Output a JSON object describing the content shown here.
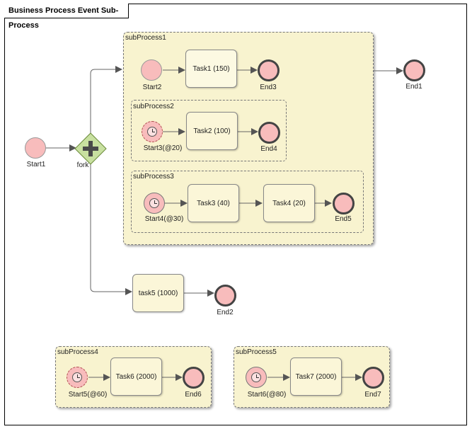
{
  "diagram": {
    "title": "Business Process Event Sub-Process"
  },
  "nodes": {
    "start1": "Start1",
    "fork": "fork",
    "end1": "End1",
    "subprocess1": "subProcess1",
    "start2": "Start2",
    "task1": "Task1 (150)",
    "end3": "End3",
    "subprocess2": "subProcess2",
    "start3": "Start3(@20)",
    "task2": "Task2 (100)",
    "end4": "End4",
    "subprocess3": "subProcess3",
    "start4": "Start4(@30)",
    "task3": "Task3 (40)",
    "task4": "Task4 (20)",
    "end5": "End5",
    "task5": "task5 (1000)",
    "end2": "End2",
    "subprocess4": "subProcess4",
    "start5": "Start5(@60)",
    "task6": "Task6 (2000)",
    "end6": "End6",
    "subprocess5": "subProcess5",
    "start6": "Start6(@80)",
    "task7": "Task7 (2000)",
    "end7": "End7"
  },
  "icons": {
    "gateway": "parallel-gateway-icon",
    "timer": "timer-clock-icon"
  },
  "colors": {
    "subprocess_fill": "#f8f3cf",
    "task_fill": "#fbf6d8",
    "event_fill": "#f8bcbc",
    "gateway_fill": "#c8e0a0"
  }
}
